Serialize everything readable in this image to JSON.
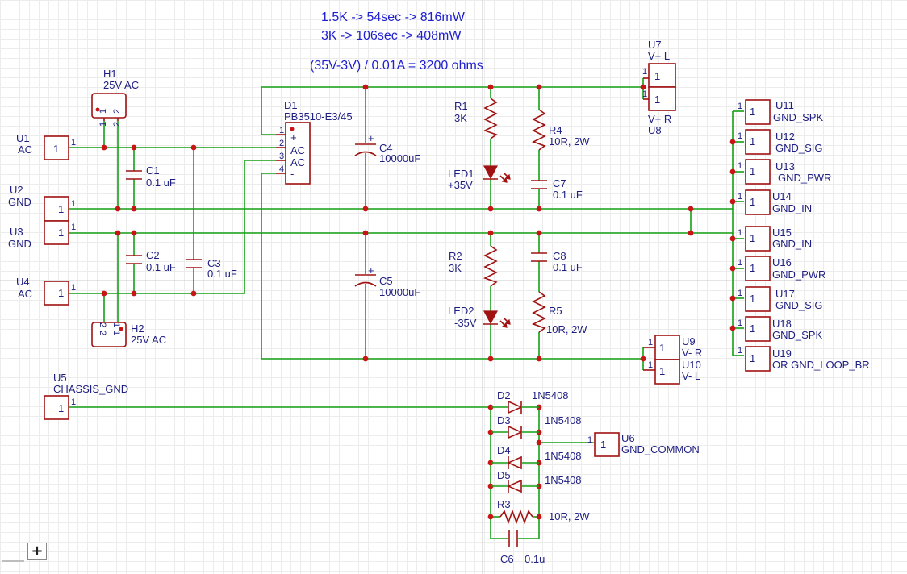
{
  "notes": {
    "line1": "1.5K -> 54sec -> 816mW",
    "line2": "3K -> 106sec -> 408mW",
    "line3": "(35V-3V) / 0.01A = 3200 ohms"
  },
  "connectors": {
    "U1": {
      "ref": "U1",
      "name": "AC",
      "pin": "1"
    },
    "U2": {
      "ref": "U2",
      "name": "GND",
      "pin": "1"
    },
    "U3": {
      "ref": "U3",
      "name": "GND",
      "pin": "1"
    },
    "U4": {
      "ref": "U4",
      "name": "AC",
      "pin": "1"
    },
    "U5": {
      "ref": "U5",
      "name": "CHASSIS_GND",
      "pin": "1"
    },
    "U6": {
      "ref": "U6",
      "name": "GND_COMMON",
      "pin": "1"
    },
    "U7": {
      "ref": "U7",
      "name": "V+ L",
      "pin": "1"
    },
    "U8": {
      "ref": "U8",
      "name": "V+ R",
      "pin": "1"
    },
    "U9": {
      "ref": "U9",
      "name": "V- R",
      "pin": "1"
    },
    "U10": {
      "ref": "U10",
      "name": "V- L",
      "pin": "1"
    },
    "U11": {
      "ref": "U11",
      "name": "GND_SPK",
      "pin": "1"
    },
    "U12": {
      "ref": "U12",
      "name": "GND_SIG",
      "pin": "1"
    },
    "U13": {
      "ref": "U13",
      "name": "GND_PWR",
      "pin": "1"
    },
    "U14": {
      "ref": "U14",
      "name": "GND_IN",
      "pin": "1"
    },
    "U15": {
      "ref": "U15",
      "name": "GND_IN",
      "pin": "1"
    },
    "U16": {
      "ref": "U16",
      "name": "GND_PWR",
      "pin": "1"
    },
    "U17": {
      "ref": "U17",
      "name": "GND_SIG",
      "pin": "1"
    },
    "U18": {
      "ref": "U18",
      "name": "GND_SPK",
      "pin": "1"
    },
    "U19": {
      "ref": "U19",
      "name": "OR GND_LOOP_BR",
      "pin": "1"
    }
  },
  "headers": {
    "H1": {
      "ref": "H1",
      "value": "25V AC",
      "pin1": "1",
      "pin2": "2"
    },
    "H2": {
      "ref": "H2",
      "value": "25V AC",
      "pin1": "1",
      "pin2": "2"
    }
  },
  "bridge": {
    "ref": "D1",
    "value": "PB3510-E3/45",
    "pins": [
      "1",
      "2",
      "3",
      "4"
    ],
    "pin_labels": [
      "+",
      "AC",
      "AC",
      "-"
    ]
  },
  "components": {
    "C1": {
      "ref": "C1",
      "value": "0.1 uF"
    },
    "C2": {
      "ref": "C2",
      "value": "0.1 uF"
    },
    "C3": {
      "ref": "C3",
      "value": "0.1 uF"
    },
    "C4": {
      "ref": "C4",
      "value": "10000uF"
    },
    "C5": {
      "ref": "C5",
      "value": "10000uF"
    },
    "C6": {
      "ref": "C6",
      "value": "0.1u"
    },
    "C7": {
      "ref": "C7",
      "value": "0.1 uF"
    },
    "C8": {
      "ref": "C8",
      "value": "0.1 uF"
    },
    "R1": {
      "ref": "R1",
      "value": "3K"
    },
    "R2": {
      "ref": "R2",
      "value": "3K"
    },
    "R3": {
      "ref": "R3",
      "value": "10R, 2W"
    },
    "R4": {
      "ref": "R4",
      "value": "10R, 2W"
    },
    "R5": {
      "ref": "R5",
      "value": "10R, 2W"
    },
    "LED1": {
      "ref": "LED1",
      "value": "+35V"
    },
    "LED2": {
      "ref": "LED2",
      "value": "-35V"
    },
    "D2": {
      "ref": "D2",
      "value": "1N5408"
    },
    "D3": {
      "ref": "D3",
      "value": "1N5408"
    },
    "D4": {
      "ref": "D4",
      "value": "1N5408"
    },
    "D5": {
      "ref": "D5",
      "value": "1N5408"
    }
  },
  "polarity": {
    "plus": "+"
  },
  "zoom": {
    "minus": "",
    "plus": "+"
  }
}
